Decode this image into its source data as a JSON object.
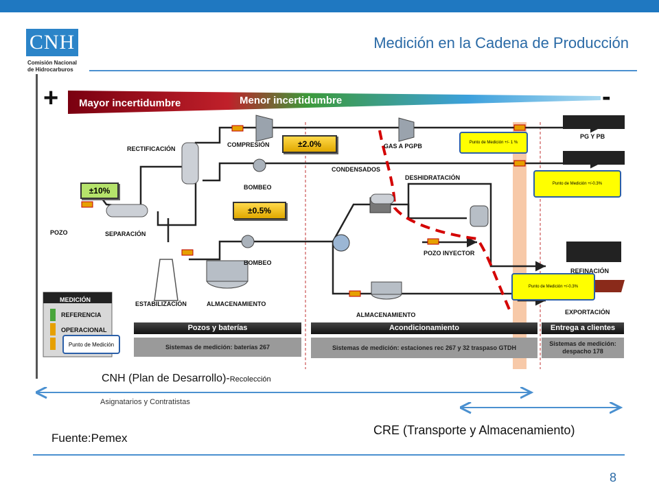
{
  "header": {
    "logo_text": "CNH",
    "logo_line1": "Comisión Nacional",
    "logo_line2": "de Hidrocarburos",
    "title": "Medición en la Cadena de Producción"
  },
  "diagram": {
    "plus": "+",
    "minus": "-",
    "mayor": "Mayor incertidumbre",
    "menor": "Menor incertidumbre",
    "labels": {
      "rectificacion": "RECTIFICACIÓN",
      "compresion": "COMPRESIÓN",
      "gas_pgpb": "GAS A PGPB",
      "pg_pb": "PG Y PB",
      "condensados": "CONDENSADOS",
      "bombeo1": "BOMBEO",
      "deshidratacion": "DESHIDRATACIÓN",
      "pozo": "POZO",
      "separacion": "SEPARACIÓN",
      "pozo_inyector": "POZO INYECTOR",
      "bombeo2": "BOMBEO",
      "refinacion": "REFINACIÓN",
      "estabilizacion": "ESTABILIZACIÓN",
      "almacenamiento1": "ALMACENAMIENTO",
      "almacenamiento2": "ALMACENAMIENTO",
      "exportacion": "EXPORTACIÓN"
    },
    "tolerances": {
      "t1": "±2.0%",
      "t2": "±10%",
      "t3": "±0.5%"
    },
    "notes": {
      "n1": "Punto de Medición +/- 1 %",
      "n2": "Punto de Medición +/-0.3%",
      "n3": "Punto de Medición +/-0.3%",
      "n4": "Punto de Medición"
    },
    "legend": {
      "title": "MEDICIÓN",
      "items": [
        "REFERENCIA",
        "OPERACIONAL"
      ]
    },
    "sections": {
      "s1": "Pozos y baterías",
      "s2": "Acondicionamiento",
      "s3": "Entrega a clientes"
    },
    "subsections": {
      "s1": "Sistemas de medición: baterías 267",
      "s2": "Sistemas de medición: estaciones rec 267 y 32 traspaso GTDH",
      "s3": "Sistemas de medición: despacho 178"
    },
    "colors": {
      "pipe": "#222222",
      "dashed_red": "#d40000",
      "delivery_zone": "#f7c9a8"
    }
  },
  "footer": {
    "cnh_line": "CNH (Plan de Desarrollo)-",
    "cnh_small": "Recolección",
    "asignatarios": "Asignatarios y Contratistas",
    "cre": "CRE (Transporte y Almacenamiento)",
    "fuente": "Fuente:Pemex",
    "page": "8"
  }
}
